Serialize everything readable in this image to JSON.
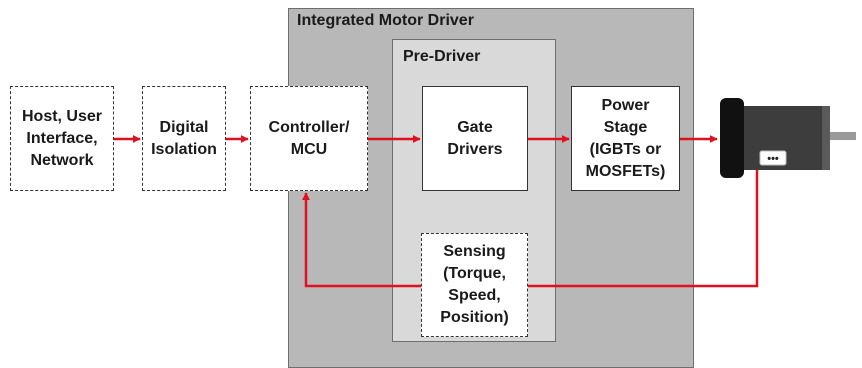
{
  "groups": {
    "integrated_motor_driver": "Integrated Motor Driver",
    "pre_driver": "Pre-Driver"
  },
  "blocks": {
    "host": "Host, User\nInterface,\nNetwork",
    "isolation": "Digital\nIsolation",
    "controller": "Controller/\nMCU",
    "gate_drivers": "Gate\nDrivers",
    "power_stage": "Power\nStage\n(IGBTs or\nMOSFETs)",
    "sensing": "Sensing\n(Torque,\nSpeed,\nPosition)"
  },
  "motor": {
    "icon": "motor-icon",
    "panel_glyph": "•••"
  },
  "colors": {
    "arrow": "#e0101e",
    "outer_group": "#b8b8b8",
    "inner_group": "#d9d9d9"
  }
}
